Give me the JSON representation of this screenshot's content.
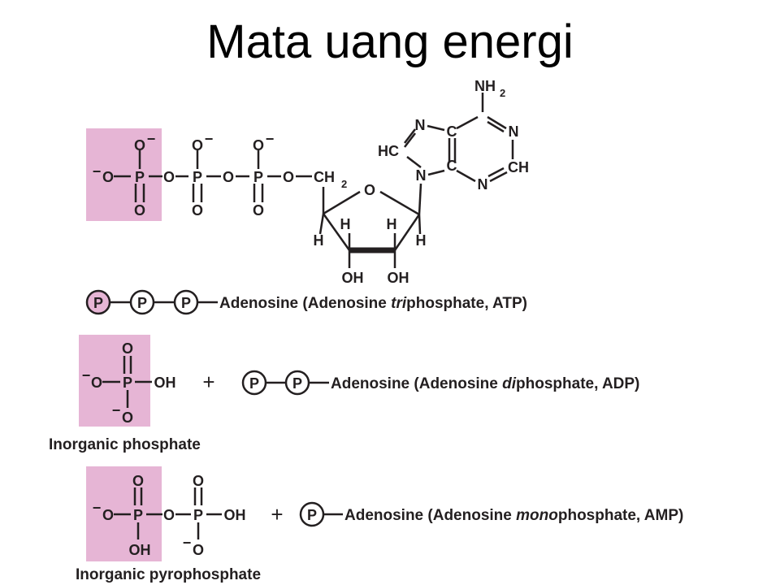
{
  "title": "Mata uang energi",
  "colors": {
    "highlight": "#e6b5d5",
    "ink": "#231f20",
    "background": "#ffffff"
  },
  "atoms": {
    "O": "O",
    "P": "P",
    "N": "N",
    "C": "C",
    "H": "H",
    "HC": "HC",
    "CH": "CH",
    "CH2_base": "CH",
    "sub2": "2",
    "NH2_base": "NH",
    "OH": "OH",
    "minus": "−"
  },
  "plus": "+",
  "labels": {
    "atp_prefix": "Adenosine (Adenosine ",
    "atp_italic": "tri",
    "atp_suffix": "phosphate, ATP)",
    "adp_prefix": "Adenosine (Adenosine ",
    "adp_italic": "di",
    "adp_suffix": "phosphate, ADP)",
    "amp_prefix": "Adenosine (Adenosine ",
    "amp_italic": "mono",
    "amp_suffix": "phosphate, AMP)",
    "inorganic_phosphate": "Inorganic phosphate",
    "inorganic_pyrophosphate": "Inorganic pyrophosphate"
  }
}
